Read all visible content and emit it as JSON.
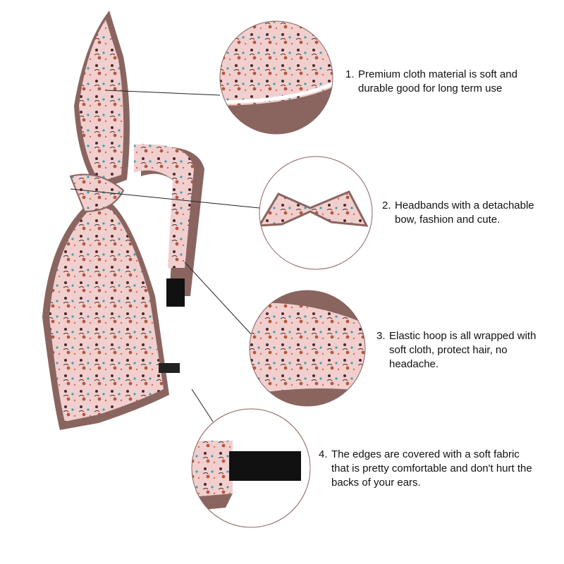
{
  "colors": {
    "fabric_pink": "#f1cfcf",
    "border_brown": "#8a6560",
    "accent_teal": "#3aa1a8",
    "accent_orange": "#d96a4a",
    "pattern_dark": "#4a2a2a"
  },
  "features": [
    {
      "number": "1.",
      "lines": [
        "Premium cloth material is soft and",
        "durable good for long term use"
      ]
    },
    {
      "number": "2.",
      "lines": [
        "Headbands with a detachable",
        "bow, fashion and cute."
      ]
    },
    {
      "number": "3.",
      "lines": [
        "Elastic hoop is all wrapped with",
        "soft cloth, protect hair, no",
        "headache."
      ]
    },
    {
      "number": "4.",
      "lines": [
        "The edges are covered with a soft fabric",
        "that is pretty comfortable and don't hurt the",
        "backs of your ears."
      ]
    }
  ]
}
